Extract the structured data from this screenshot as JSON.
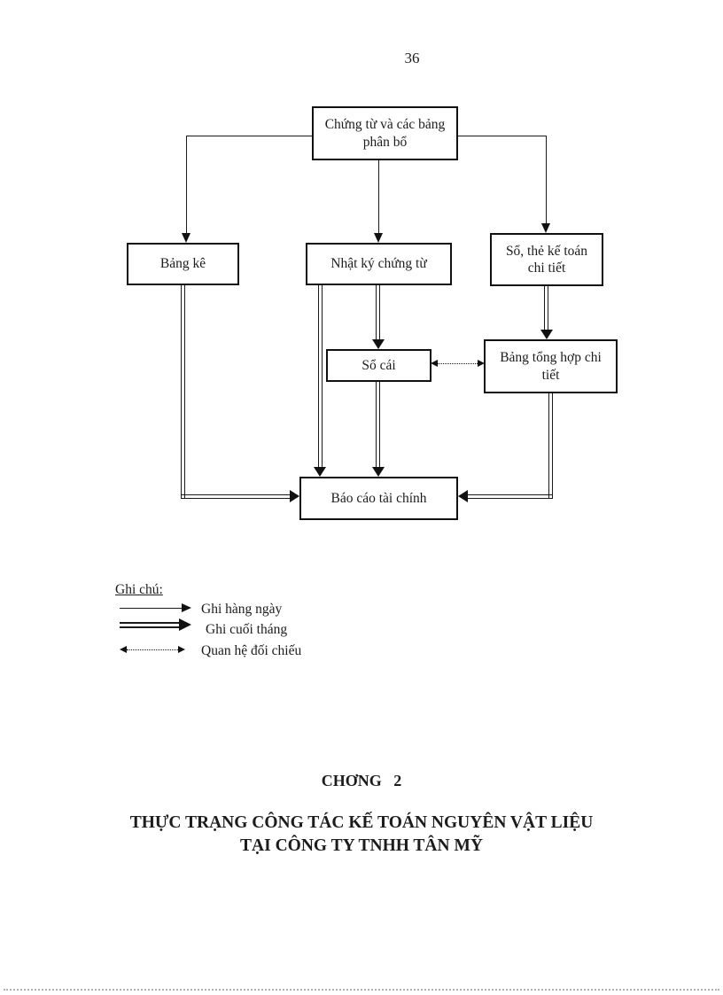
{
  "page": {
    "number": "36"
  },
  "diagram": {
    "nodes": [
      {
        "id": "chung-tu",
        "label": "Chứng từ và các bảng phân bổ"
      },
      {
        "id": "bang-ke",
        "label": "Bảng kê"
      },
      {
        "id": "nhat-ky",
        "label": "Nhật ký chứng từ"
      },
      {
        "id": "so-the",
        "label": "Sổ, thẻ kế toán chi tiết"
      },
      {
        "id": "so-cai",
        "label": "Sổ cái"
      },
      {
        "id": "bang-tong-hop",
        "label": "Bảng tổng hợp chi tiết"
      },
      {
        "id": "bao-cao",
        "label": "Báo cáo tài chính"
      }
    ],
    "line_color": "#1a1a1a"
  },
  "legend": {
    "title": "Ghi chú:",
    "items": [
      {
        "symbol": "solid-arrow-icon",
        "label": "Ghi hàng ngày"
      },
      {
        "symbol": "double-line-arrow-icon",
        "label": "Ghi cuối tháng"
      },
      {
        "symbol": "dotted-double-arrow-icon",
        "label": "Quan hệ đối chiếu"
      }
    ]
  },
  "chapter": {
    "heading": "CHƠNG   2",
    "title_line1": "THỰC TRẠNG CÔNG TÁC KẾ TOÁN NGUYÊN VẬT LIỆU",
    "title_line2": "TẠI CÔNG TY TNHH TÂN MỸ"
  }
}
